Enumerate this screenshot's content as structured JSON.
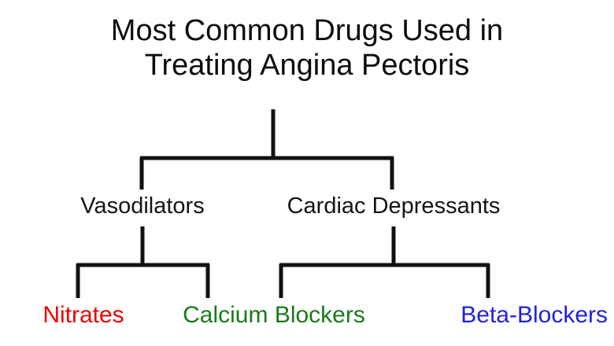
{
  "diagram": {
    "type": "hierarchy-tree",
    "title": {
      "line1": "Most Common Drugs Used in",
      "line2": "Treating Angina Pectoris",
      "full": "Most Common Drugs Used in Treating Angina Pectoris",
      "color": "#0d0d0d"
    },
    "background_color": "#ffffff",
    "connector_color": "#111111",
    "levels": [
      {
        "level": 1,
        "nodes": [
          {
            "id": "root",
            "label": "Most Common Drugs Used in Treating Angina Pectoris",
            "color": "#0d0d0d"
          }
        ]
      },
      {
        "level": 2,
        "nodes": [
          {
            "id": "vasodilators",
            "label": "Vasodilators",
            "color": "#141414",
            "parent": "root"
          },
          {
            "id": "cardiac-depressants",
            "label": "Cardiac Depressants",
            "color": "#141414",
            "parent": "root"
          }
        ]
      },
      {
        "level": 3,
        "nodes": [
          {
            "id": "nitrates",
            "label": "Nitrates",
            "color": "#ee0000",
            "parent": "vasodilators"
          },
          {
            "id": "calcium-blockers",
            "label": "Calcium Blockers",
            "color": "#1a7a1a",
            "parent": "vasodilators"
          },
          {
            "id": "beta-blockers",
            "label": "Beta-Blockers",
            "color": "#2222dd",
            "parent": "cardiac-depressants"
          }
        ]
      }
    ],
    "labels": {
      "vasodilators": "Vasodilators",
      "cardiac_depressants": "Cardiac Depressants",
      "nitrates": "Nitrates",
      "calcium_blockers": "Calcium Blockers",
      "beta_blockers": "Beta-Blockers"
    },
    "colors": {
      "nitrates": "#ee0000",
      "calcium_blockers": "#1a7a1a",
      "beta_blockers": "#2222dd",
      "category": "#141414",
      "title": "#0d0d0d",
      "lines": "#111111",
      "background": "#ffffff"
    }
  }
}
